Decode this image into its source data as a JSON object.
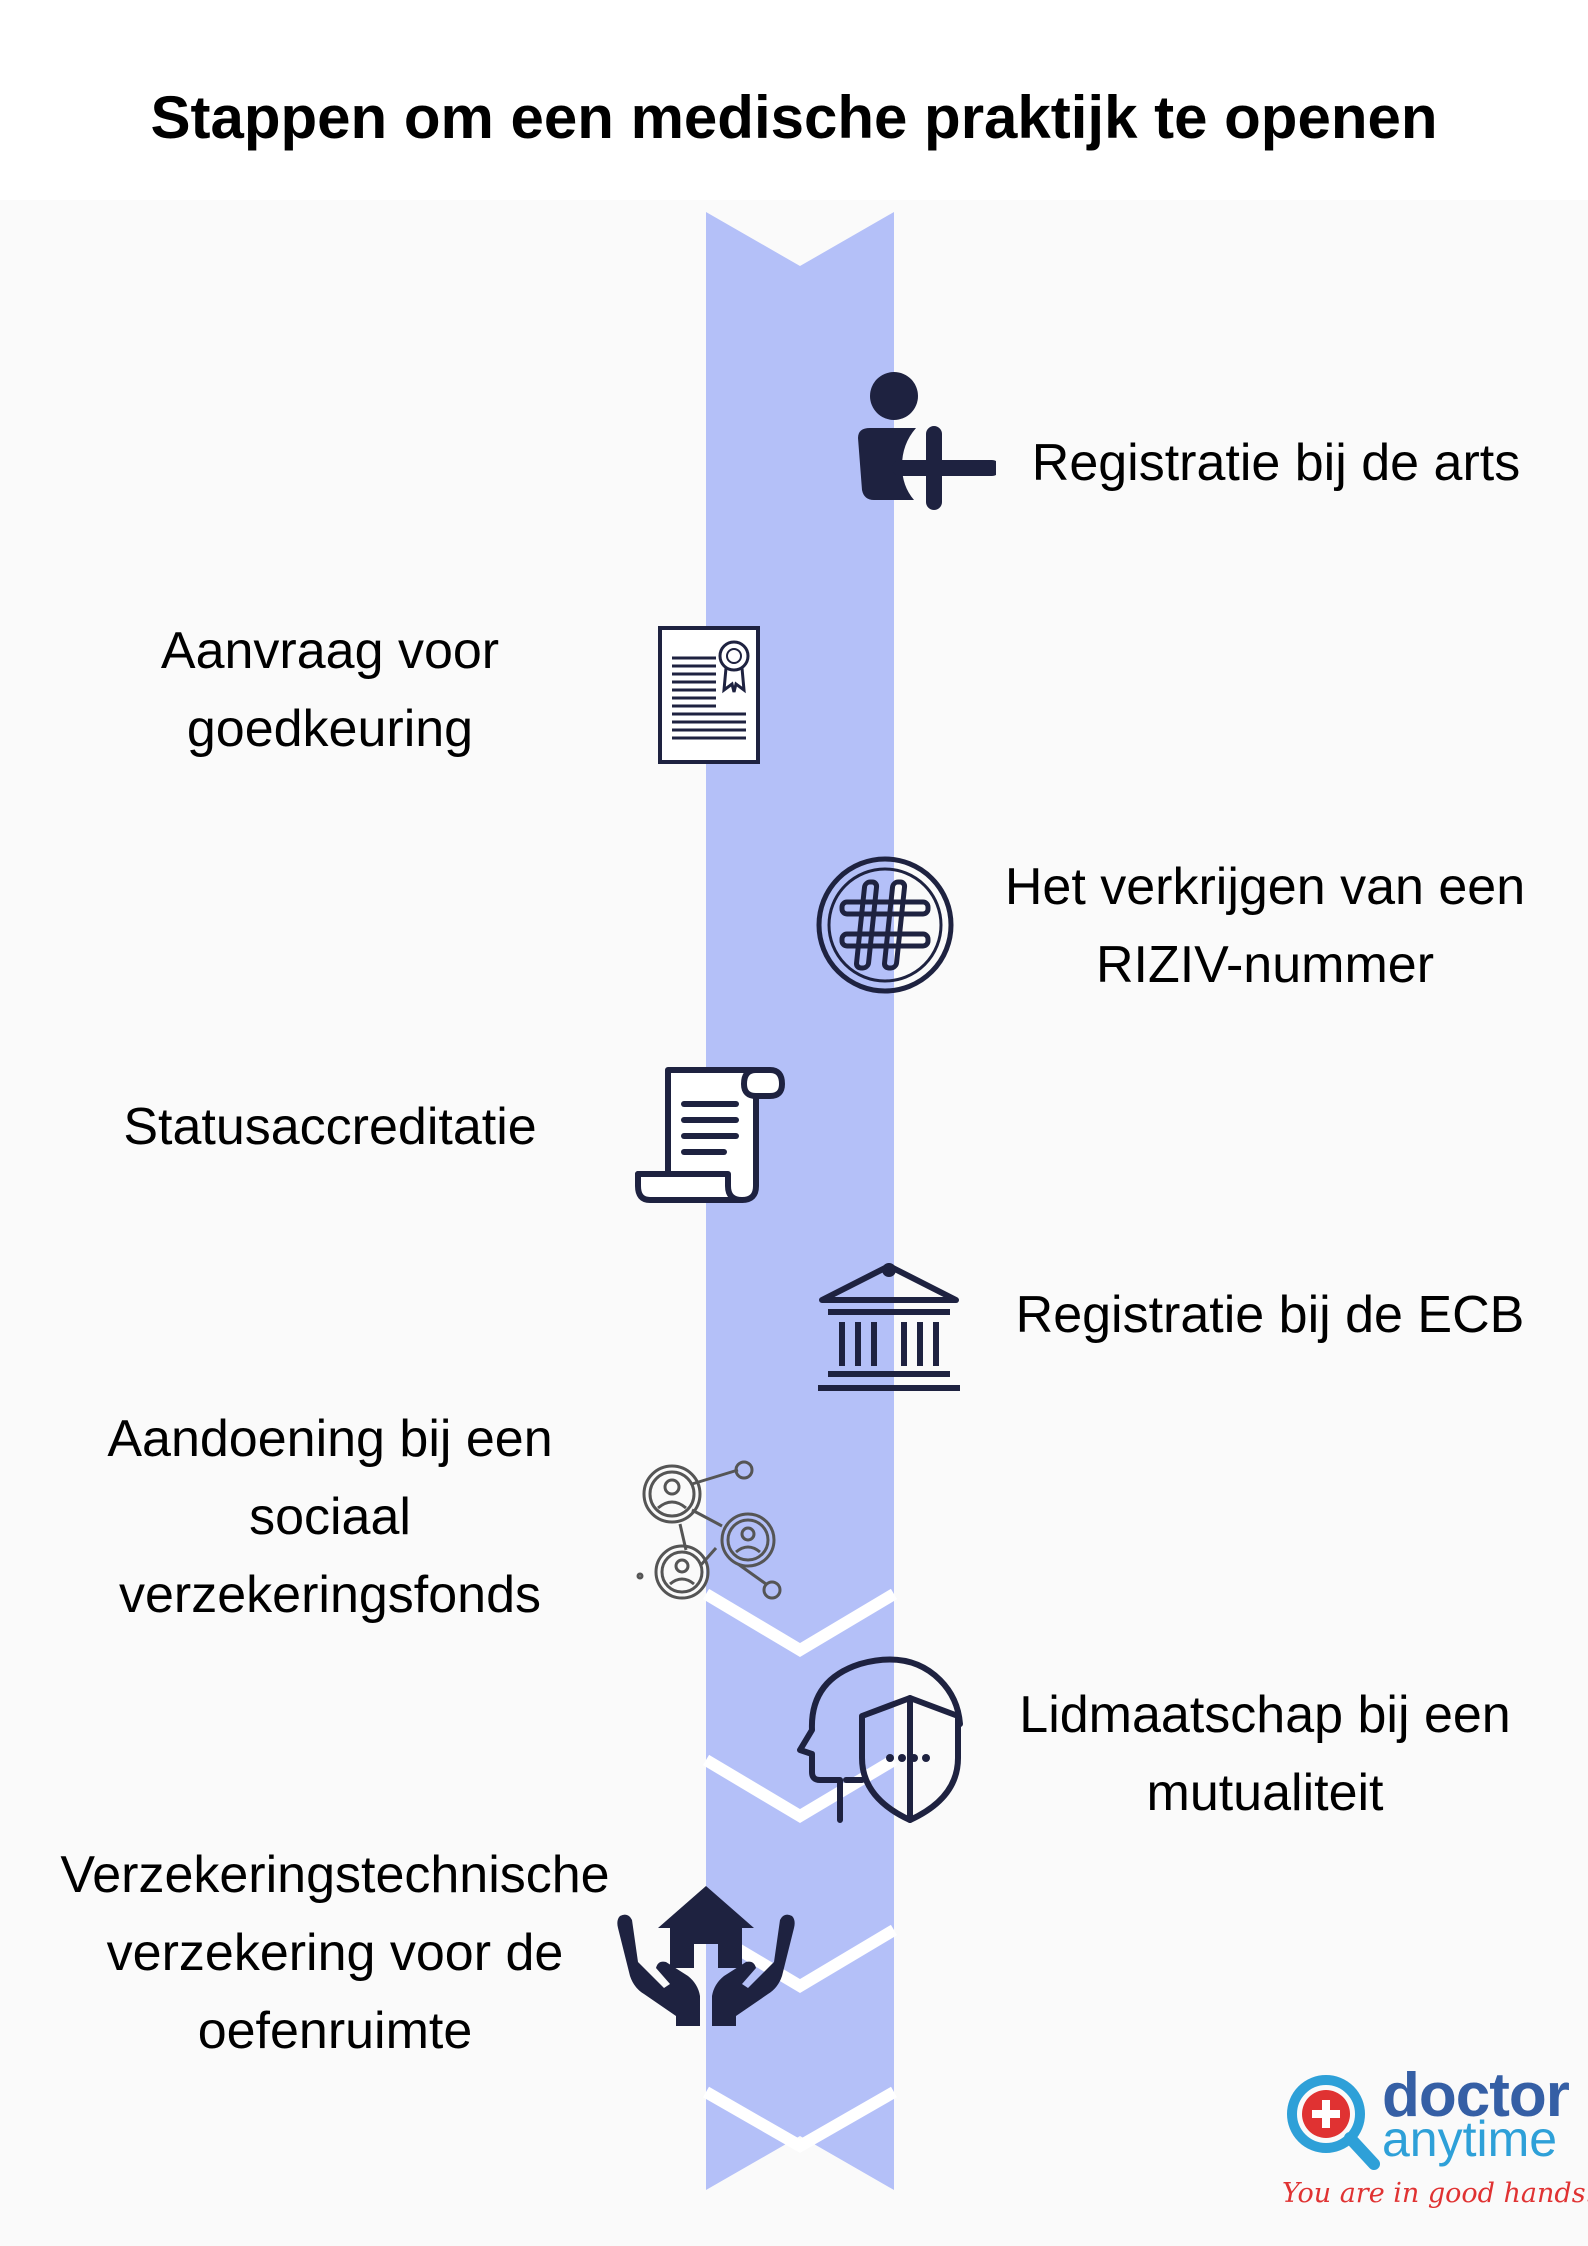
{
  "title": "Stappen om een medische praktijk te openen",
  "colors": {
    "timeline": "#b4c0f8",
    "icon_dark": "#1e2240",
    "text": "#000000",
    "logo_blue": "#355fa5",
    "logo_light_blue": "#2ea0d8",
    "logo_red": "#e03232"
  },
  "steps": [
    {
      "side": "right",
      "icon": "add-user-icon",
      "lines": [
        "Registratie bij de arts"
      ]
    },
    {
      "side": "left",
      "icon": "certificate-icon",
      "lines": [
        "Aanvraag voor",
        "goedkeuring"
      ]
    },
    {
      "side": "right",
      "icon": "hashtag-icon",
      "lines": [
        "Het verkrijgen van een",
        "RIZIV-nummer"
      ]
    },
    {
      "side": "left",
      "icon": "scroll-document-icon",
      "lines": [
        "Statusaccreditatie"
      ]
    },
    {
      "side": "right",
      "icon": "bank-building-icon",
      "lines": [
        "Registratie bij de ECB"
      ]
    },
    {
      "side": "left",
      "icon": "people-network-icon",
      "lines": [
        "Aandoening bij een",
        "sociaal",
        "verzekeringsfonds"
      ]
    },
    {
      "side": "right",
      "icon": "head-shield-icon",
      "lines": [
        "Lidmaatschap bij een",
        "mutualiteit"
      ]
    },
    {
      "side": "left",
      "icon": "hands-house-icon",
      "lines": [
        "Verzekeringstechnische",
        "verzekering voor de",
        "oefenruimte"
      ]
    }
  ],
  "logo": {
    "word1": "doctor",
    "word2": "anytime",
    "tagline": "You are in good hands!"
  }
}
